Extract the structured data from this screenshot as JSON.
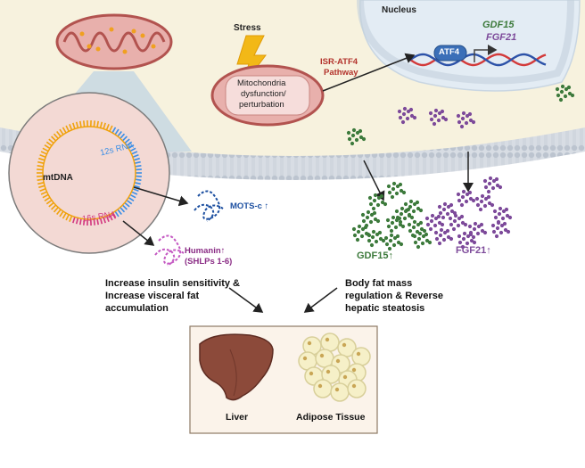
{
  "colors": {
    "cytoplasm": "#f7f2de",
    "membrane": "#d2d8e0",
    "mito_fill": "#e8b0ac",
    "mito_stroke": "#b2534f",
    "mtdna_circle": "#f3d9d4",
    "rna_12s": "#3a8ee6",
    "rna_16s": "#d2367f",
    "mtdna_ring": "#f0a20c",
    "mots_c": "#1c4fa0",
    "humanin": "#c458c2",
    "gdf15": "#3d7a3c",
    "fgf21": "#7d4a9a",
    "atf4_badge": "#3b6fb8",
    "dna_red": "#d33a3a",
    "dna_blue": "#2c52a8",
    "nucleus": "#e3ecf4",
    "lightning": "#f2b817",
    "tissue_box": "#fbf3ea"
  },
  "labels": {
    "nucleus": "Nucleus",
    "stress": "Stress",
    "mito_dysfunction": [
      "Mitochondria",
      "dysfunction/",
      "perturbation"
    ],
    "pathway": [
      "ISR-ATF4",
      "Pathway"
    ],
    "atf4": "ATF4",
    "gdf15_gene": "GDF15",
    "fgf21_gene": "FGF21",
    "rna_12s": "12s RNA",
    "rna_16s": "16s RNA",
    "mtdna": "mtDNA",
    "mots_c": "MOTS-c ↑",
    "humanin": [
      "Humanin↑",
      "(SHLPs 1-6)"
    ],
    "gdf15_out": "GDF15↑",
    "fgf21_out": "FGF21↑",
    "effect_left": [
      "Increase insulin sensitivity &",
      "Increase visceral fat",
      "accumulation"
    ],
    "effect_right": [
      "Body fat mass",
      "regulation &  Reverse",
      "hepatic steatosis"
    ],
    "liver": "Liver",
    "adipose": "Adipose Tissue"
  }
}
